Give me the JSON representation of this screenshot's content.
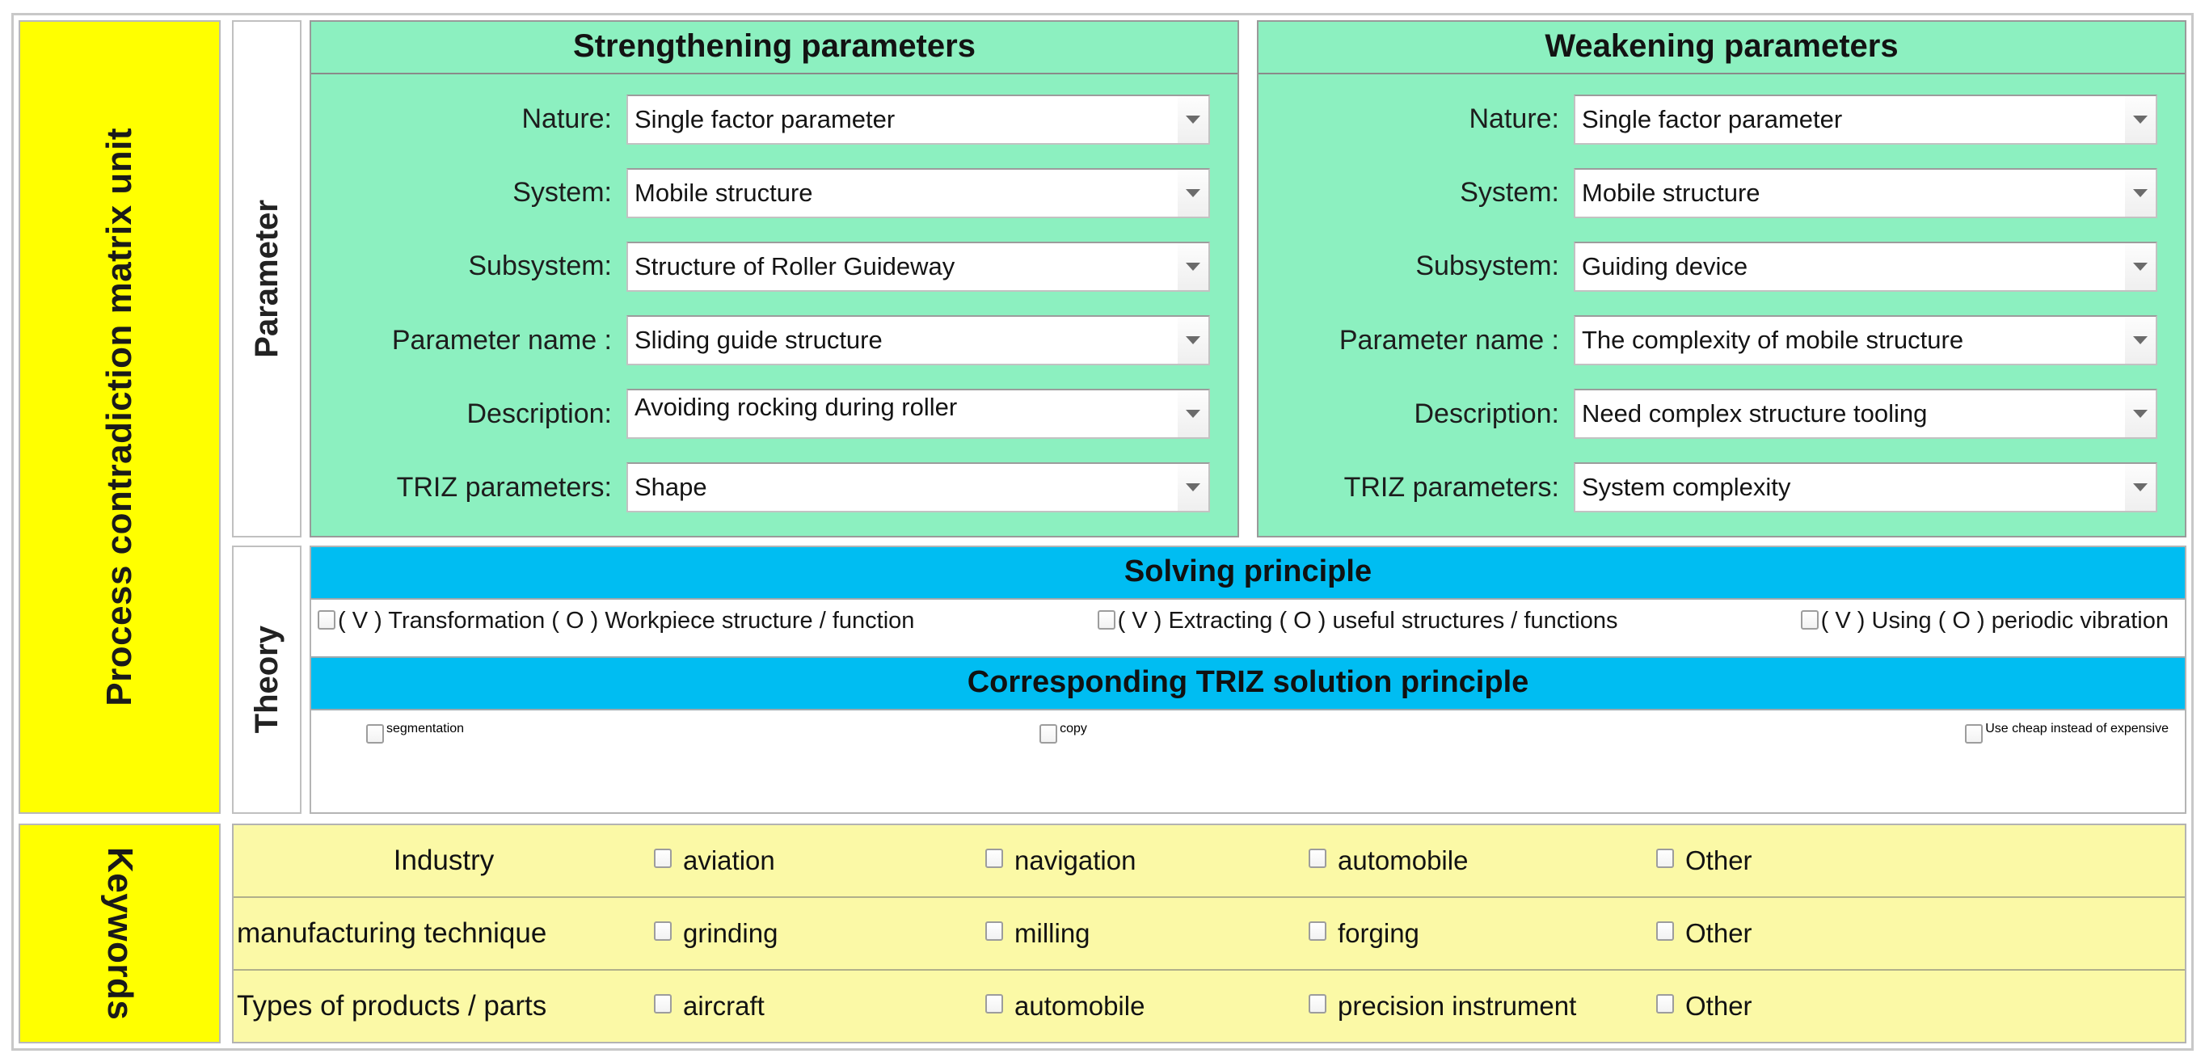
{
  "sections": {
    "matrix_unit_label": "Process contradiction matrix unit",
    "keywords_label": "Keywords",
    "parameter_label": "Parameter",
    "theory_label": "Theory"
  },
  "strengthening": {
    "title": "Strengthening parameters",
    "rows": [
      {
        "label": "Nature:",
        "value": "Single factor parameter"
      },
      {
        "label": "System:",
        "value": "Mobile structure"
      },
      {
        "label": "Subsystem:",
        "value": "Structure of Roller Guideway"
      },
      {
        "label": "Parameter name :",
        "value": "Sliding guide structure"
      },
      {
        "label": "Description:",
        "value": "Avoiding rocking during roller"
      },
      {
        "label": "TRIZ parameters:",
        "value": "Shape"
      }
    ]
  },
  "weakening": {
    "title": "Weakening parameters",
    "rows": [
      {
        "label": "Nature:",
        "value": "Single factor parameter"
      },
      {
        "label": "System:",
        "value": "Mobile structure"
      },
      {
        "label": "Subsystem:",
        "value": "Guiding device"
      },
      {
        "label": "Parameter name :",
        "value": "The complexity of mobile structure"
      },
      {
        "label": "Description:",
        "value": "Need complex structure tooling"
      },
      {
        "label": "TRIZ parameters:",
        "value": "System complexity"
      }
    ]
  },
  "solving_principle": {
    "title": "Solving principle",
    "options": [
      "( V ) Transformation ( O ) Workpiece structure / function",
      "( V ) Extracting ( O ) useful structures / functions",
      "( V ) Using ( O ) periodic vibration"
    ]
  },
  "triz_solution": {
    "title": "Corresponding TRIZ solution principle",
    "options": [
      "segmentation",
      "copy",
      "Use cheap instead of expensive"
    ]
  },
  "keywords": {
    "rows": [
      {
        "name": "Industry",
        "options": [
          "aviation",
          "navigation",
          "automobile",
          "Other"
        ]
      },
      {
        "name": "manufacturing technique",
        "options": [
          "grinding",
          "milling",
          "forging",
          "Other"
        ]
      },
      {
        "name": "Types of products / parts",
        "options": [
          "aircraft",
          "automobile",
          "precision instrument",
          "Other"
        ]
      }
    ]
  },
  "colors": {
    "yellow_label": "#ffff00",
    "green_panel": "#8cf0c0",
    "blue_bar": "#00bdf2",
    "keyword_row": "#fbf9a6"
  }
}
